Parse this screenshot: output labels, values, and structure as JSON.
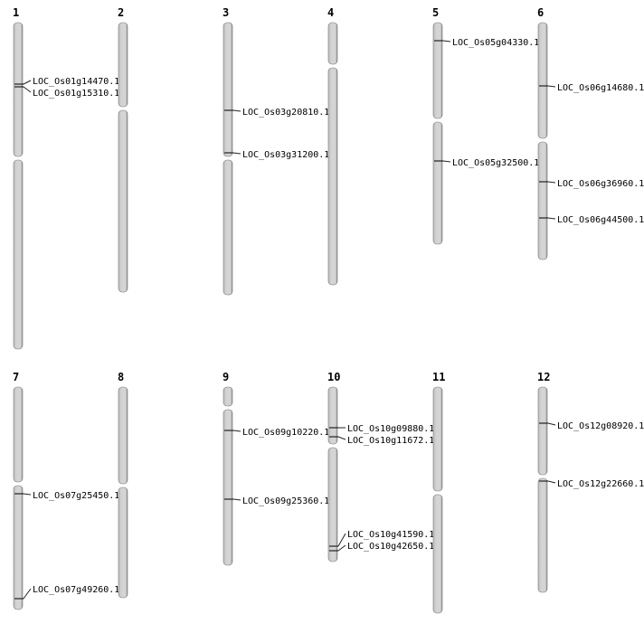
{
  "colors": {
    "chromosome": "#d4d4d4",
    "outline": "#555555",
    "marker": "#222222"
  },
  "chromosomes": [
    {
      "name": "1",
      "genes": [
        "LOC_Os01g14470.1",
        "LOC_Os01g15310.1"
      ]
    },
    {
      "name": "2",
      "genes": []
    },
    {
      "name": "3",
      "genes": [
        "LOC_Os03g20810.1",
        "LOC_Os03g31200.1"
      ]
    },
    {
      "name": "4",
      "genes": []
    },
    {
      "name": "5",
      "genes": [
        "LOC_Os05g04330.1",
        "LOC_Os05g32500.1"
      ]
    },
    {
      "name": "6",
      "genes": [
        "LOC_Os06g14680.1",
        "LOC_Os06g36960.1",
        "LOC_Os06g44500.1"
      ]
    },
    {
      "name": "7",
      "genes": [
        "LOC_Os07g25450.1",
        "LOC_Os07g49260.1"
      ]
    },
    {
      "name": "8",
      "genes": []
    },
    {
      "name": "9",
      "genes": [
        "LOC_Os09g10220.1",
        "LOC_Os09g25360.1"
      ]
    },
    {
      "name": "10",
      "genes": [
        "LOC_Os10g09880.1",
        "LOC_Os10g11672.1",
        "LOC_Os10g41590.1",
        "LOC_Os10g42650.1"
      ]
    },
    {
      "name": "11",
      "genes": []
    },
    {
      "name": "12",
      "genes": [
        "LOC_Os12g08920.1",
        "LOC_Os12g22660.1"
      ]
    }
  ]
}
